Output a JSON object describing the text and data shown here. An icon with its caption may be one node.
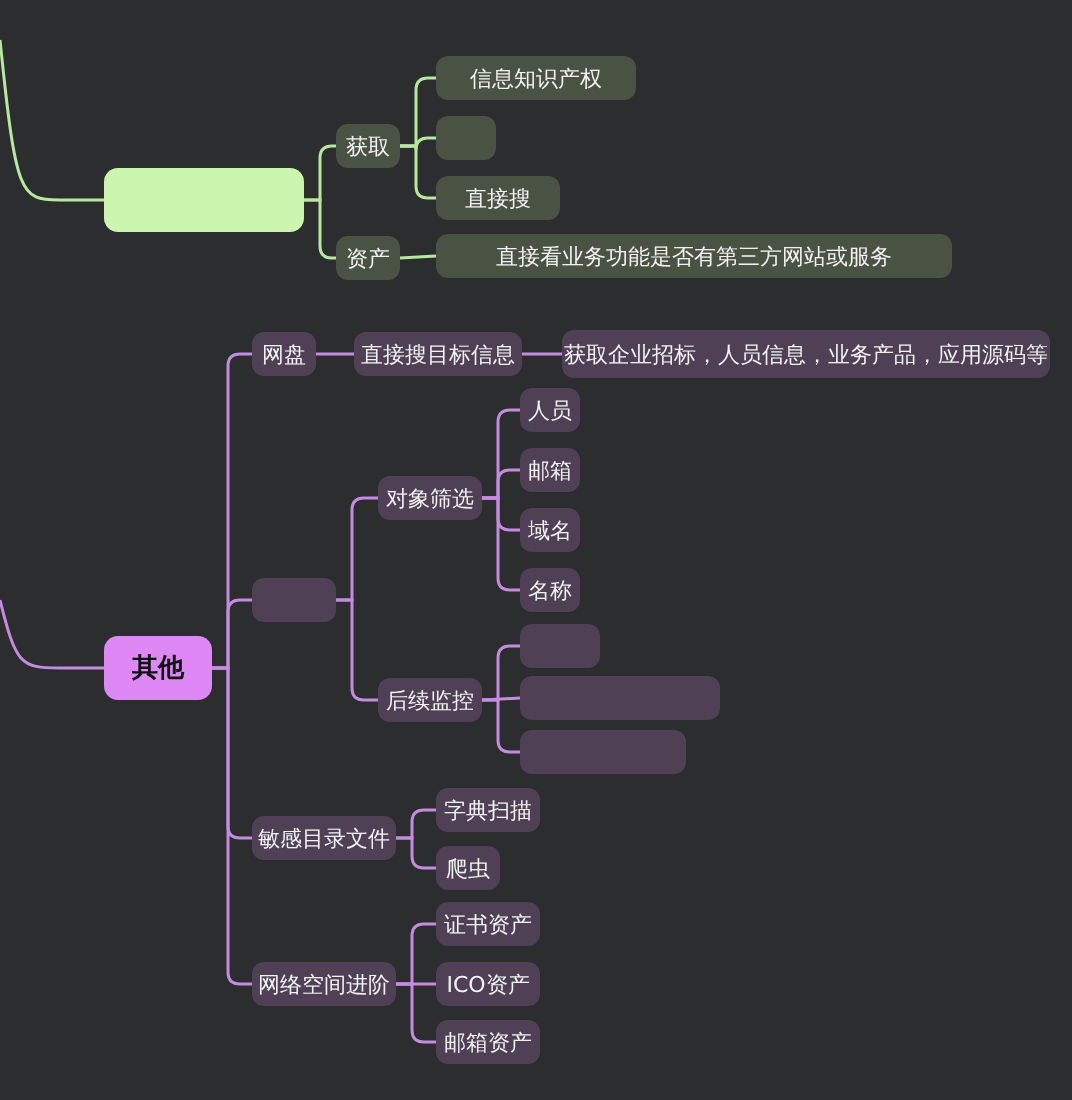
{
  "diagram": {
    "nodes": [
      {
        "text": [],
        "shape": "box"
      },
      {
        "text": [
          "获取"
        ]
      },
      {
        "text": [
          "信息知识产权"
        ]
      },
      {
        "text": [],
        "shape": "box"
      },
      {
        "text": [
          "直接搜"
        ]
      },
      {
        "text": [
          "资产"
        ]
      },
      {
        "text": [
          "直接看业务功能是否有第三方网站或服务"
        ]
      },
      {
        "text": [
          "其他"
        ]
      },
      {
        "text": [
          "网盘"
        ]
      },
      {
        "text": [
          "直接搜目标信息"
        ]
      },
      {
        "text": [
          "获取企业招标，人员信息，业务产品，应用源码等"
        ]
      },
      {
        "text": [],
        "shape": "box"
      },
      {
        "text": [
          "对象筛选"
        ]
      },
      {
        "text": [
          "人员"
        ]
      },
      {
        "text": [
          "邮箱"
        ]
      },
      {
        "text": [
          "域名"
        ]
      },
      {
        "text": [
          "名称"
        ]
      },
      {
        "text": [
          "后续监控"
        ]
      },
      {
        "text": [],
        "shape": "box"
      },
      {
        "text": [],
        "shape": "box"
      },
      {
        "text": [],
        "shape": "box"
      },
      {
        "text": [
          "敏感目录文件"
        ]
      },
      {
        "text": [
          "字典扫描"
        ]
      },
      {
        "text": [
          "爬虫"
        ]
      },
      {
        "text": [
          "网络空间进阶"
        ]
      },
      {
        "text": [
          "证书资产"
        ]
      },
      {
        "text": [
          "ICO资产"
        ]
      },
      {
        "text": [
          "邮箱资产"
        ]
      }
    ],
    "edges": [
      {
        "from": null,
        "to": 0,
        "arrow": "none",
        "color": "#b8e8a0"
      },
      {
        "from": 0,
        "to": 1,
        "arrow": "none",
        "color": "#b8e8a0"
      },
      {
        "from": 1,
        "to": 2,
        "arrow": "none",
        "color": "#b8e8a0"
      },
      {
        "from": 1,
        "to": 3,
        "arrow": "none",
        "color": "#b8e8a0"
      },
      {
        "from": 1,
        "to": 4,
        "arrow": "none",
        "color": "#b8e8a0"
      },
      {
        "from": 0,
        "to": 5,
        "arrow": "none",
        "color": "#b8e8a0"
      },
      {
        "from": 5,
        "to": 6,
        "arrow": "none",
        "color": "#b8e8a0"
      },
      {
        "from": null,
        "to": 7,
        "arrow": "none"
      },
      {
        "from": 7,
        "to": 8,
        "arrow": "none"
      },
      {
        "from": 8,
        "to": 9,
        "arrow": "none"
      },
      {
        "from": 9,
        "to": 10,
        "arrow": "none"
      },
      {
        "from": 7,
        "to": 11,
        "arrow": "none"
      },
      {
        "from": 11,
        "to": 12,
        "arrow": "none"
      },
      {
        "from": 12,
        "to": 13,
        "arrow": "none"
      },
      {
        "from": 12,
        "to": 14,
        "arrow": "none"
      },
      {
        "from": 12,
        "to": 15,
        "arrow": "none"
      },
      {
        "from": 12,
        "to": 16,
        "arrow": "none"
      },
      {
        "from": 11,
        "to": 17,
        "arrow": "none"
      },
      {
        "from": 17,
        "to": 18,
        "arrow": "none"
      },
      {
        "from": 17,
        "to": 19,
        "arrow": "none"
      },
      {
        "from": 17,
        "to": 20,
        "arrow": "none"
      },
      {
        "from": 7,
        "to": 21,
        "arrow": "none"
      },
      {
        "from": 21,
        "to": 22,
        "arrow": "none"
      },
      {
        "from": 21,
        "to": 23,
        "arrow": "none"
      },
      {
        "from": 7,
        "to": 24,
        "arrow": "none"
      },
      {
        "from": 24,
        "to": 25,
        "arrow": "none"
      },
      {
        "from": 24,
        "to": 26,
        "arrow": "none"
      },
      {
        "from": 24,
        "to": 27,
        "arrow": "none"
      }
    ]
  }
}
